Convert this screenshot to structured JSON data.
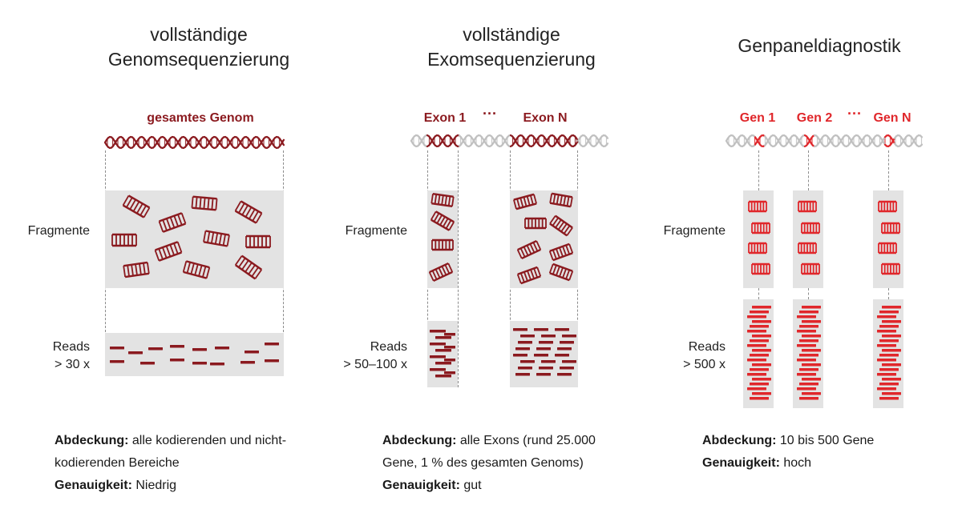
{
  "colors": {
    "dark_red": "#8b1a1f",
    "bright_red": "#e0272b",
    "grey_box": "#e3e3e3",
    "dna_grey": "#c0c0c0"
  },
  "columns": [
    {
      "title": "vollständige\nGenomsequenzierung",
      "region_labels": [
        "gesamtes Genom"
      ],
      "fragments_label": "Fragmente",
      "reads_label": "Reads\n> 30 x",
      "coverage_key": "Abdeckung:",
      "coverage_value": "alle kodierenden und nicht-kodierenden Bereiche",
      "accuracy_key": "Genauigkeit:",
      "accuracy_value": "Niedrig"
    },
    {
      "title": "vollständige\nExomsequenzierung",
      "region_labels": [
        "Exon 1",
        "Exon N"
      ],
      "ellipsis": "···",
      "fragments_label": "Fragmente",
      "reads_label": "Reads\n> 50–100 x",
      "coverage_key": "Abdeckung:",
      "coverage_value": "alle Exons (rund 25.000 Gene, 1 % des gesamten Genoms)",
      "accuracy_key": "Genauigkeit:",
      "accuracy_value": "gut"
    },
    {
      "title": "Genpaneldiagnostik",
      "region_labels": [
        "Gen 1",
        "Gen 2",
        "Gen N"
      ],
      "ellipsis": "···",
      "fragments_label": "Fragmente",
      "reads_label": "Reads\n> 500 x",
      "coverage_key": "Abdeckung:",
      "coverage_value": "10 bis 500 Gene",
      "accuracy_key": "Genauigkeit:",
      "accuracy_value": "hoch"
    }
  ]
}
